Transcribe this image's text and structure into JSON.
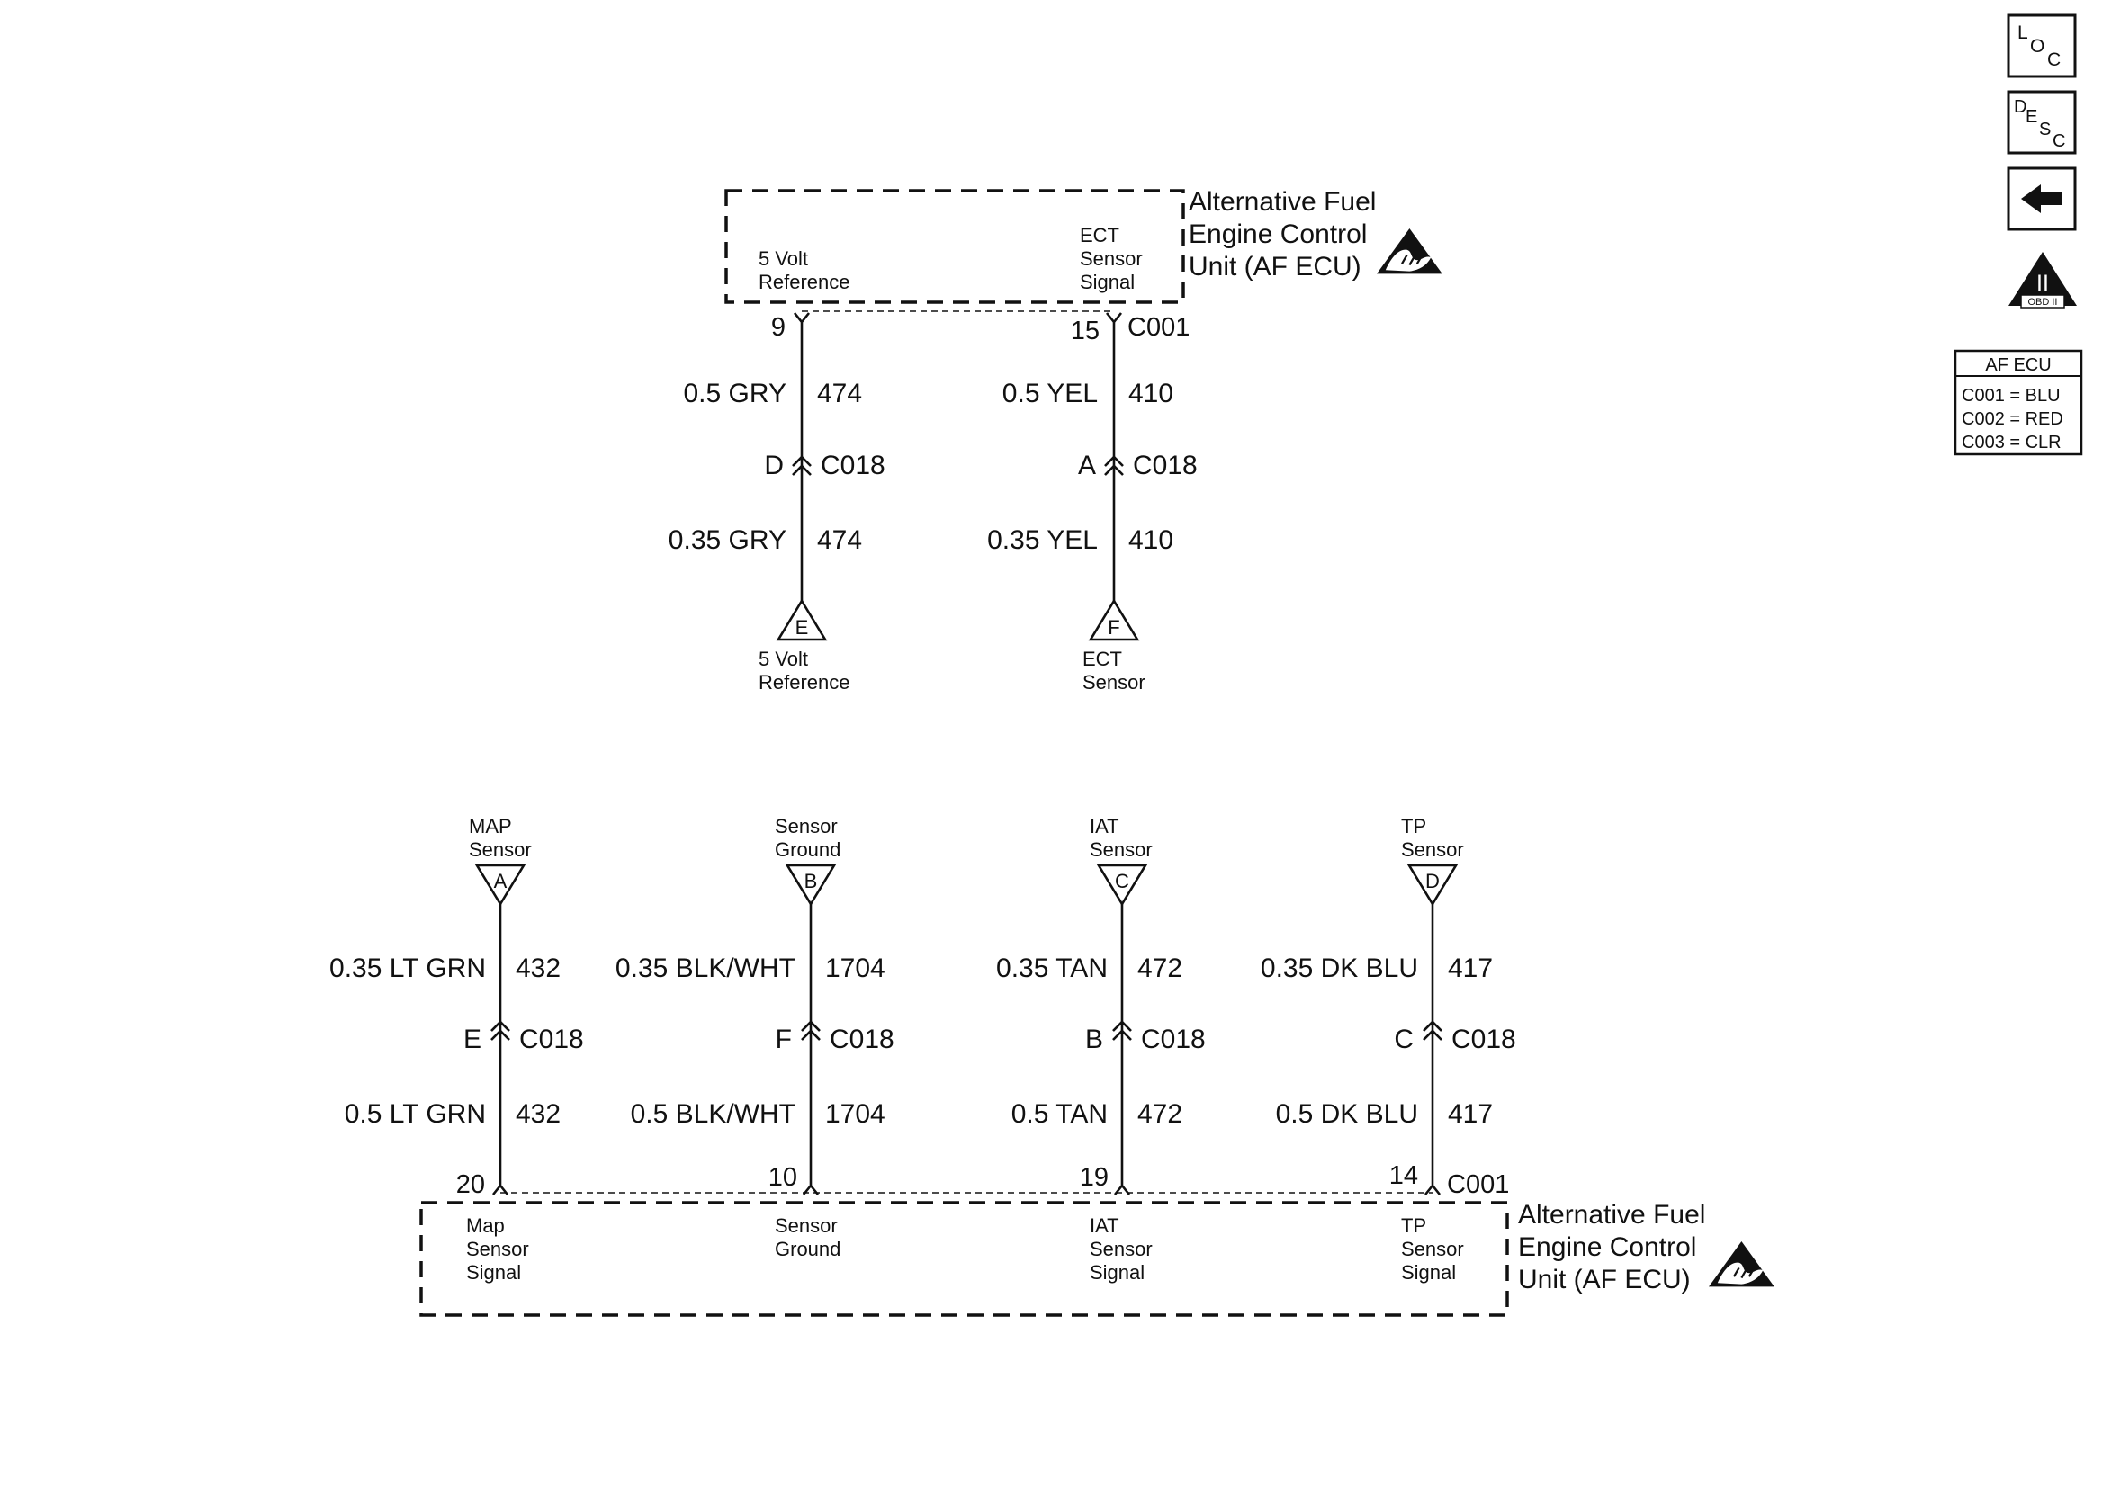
{
  "ecu_title": [
    "Alternative Fuel",
    "Engine Control",
    "Unit (AF ECU)"
  ],
  "top_module": {
    "inner_labels": [
      {
        "lines": [
          "5 Volt",
          "Reference"
        ]
      },
      {
        "lines": [
          "ECT",
          "Sensor",
          "Signal"
        ]
      }
    ],
    "wires": [
      {
        "pin": "9",
        "upper": {
          "size": "0.5 GRY",
          "circuit": "474"
        },
        "inline_pin": "D",
        "lower": {
          "size": "0.35 GRY",
          "circuit": "474"
        },
        "ref": "E",
        "dest": [
          "5 Volt",
          "Reference"
        ]
      },
      {
        "pin": "15",
        "upper": {
          "size": "0.5 YEL",
          "circuit": "410"
        },
        "inline_pin": "A",
        "lower": {
          "size": "0.35 YEL",
          "circuit": "410"
        },
        "ref": "F",
        "dest": [
          "ECT",
          "Sensor"
        ]
      }
    ],
    "connector": "C001",
    "inline_connector": "C018"
  },
  "bottom_module": {
    "inner_labels": [
      {
        "lines": [
          "Map",
          "Sensor",
          "Signal"
        ]
      },
      {
        "lines": [
          "Sensor",
          "Ground"
        ]
      },
      {
        "lines": [
          "IAT",
          "Sensor",
          "Signal"
        ]
      },
      {
        "lines": [
          "TP",
          "Sensor",
          "Signal"
        ]
      }
    ],
    "wires": [
      {
        "source": [
          "MAP",
          "Sensor"
        ],
        "ref": "A",
        "upper": {
          "size": "0.35 LT GRN",
          "circuit": "432"
        },
        "inline_pin": "E",
        "lower": {
          "size": "0.5 LT GRN",
          "circuit": "432"
        },
        "pin": "20"
      },
      {
        "source": [
          "Sensor",
          "Ground"
        ],
        "ref": "B",
        "upper": {
          "size": "0.35 BLK/WHT",
          "circuit": "1704"
        },
        "inline_pin": "F",
        "lower": {
          "size": "0.5 BLK/WHT",
          "circuit": "1704"
        },
        "pin": "10"
      },
      {
        "source": [
          "IAT",
          "Sensor"
        ],
        "ref": "C",
        "upper": {
          "size": "0.35 TAN",
          "circuit": "472"
        },
        "inline_pin": "B",
        "lower": {
          "size": "0.5 TAN",
          "circuit": "472"
        },
        "pin": "19"
      },
      {
        "source": [
          "TP",
          "Sensor"
        ],
        "ref": "D",
        "upper": {
          "size": "0.35 DK BLU",
          "circuit": "417"
        },
        "inline_pin": "C",
        "lower": {
          "size": "0.5 DK BLU",
          "circuit": "417"
        },
        "pin": "14"
      }
    ],
    "connector": "C001",
    "inline_connector": "C018"
  },
  "nav": {
    "loc": [
      "L",
      "O",
      "C"
    ],
    "desc": [
      "D",
      "E",
      "S",
      "C"
    ],
    "back_icon": "arrow-left-icon",
    "obd_roman": "II",
    "obd_text": "OBD II"
  },
  "legend": {
    "title": "AF ECU",
    "rows": [
      "C001 = BLU",
      "C002 = RED",
      "C003 = CLR"
    ]
  }
}
